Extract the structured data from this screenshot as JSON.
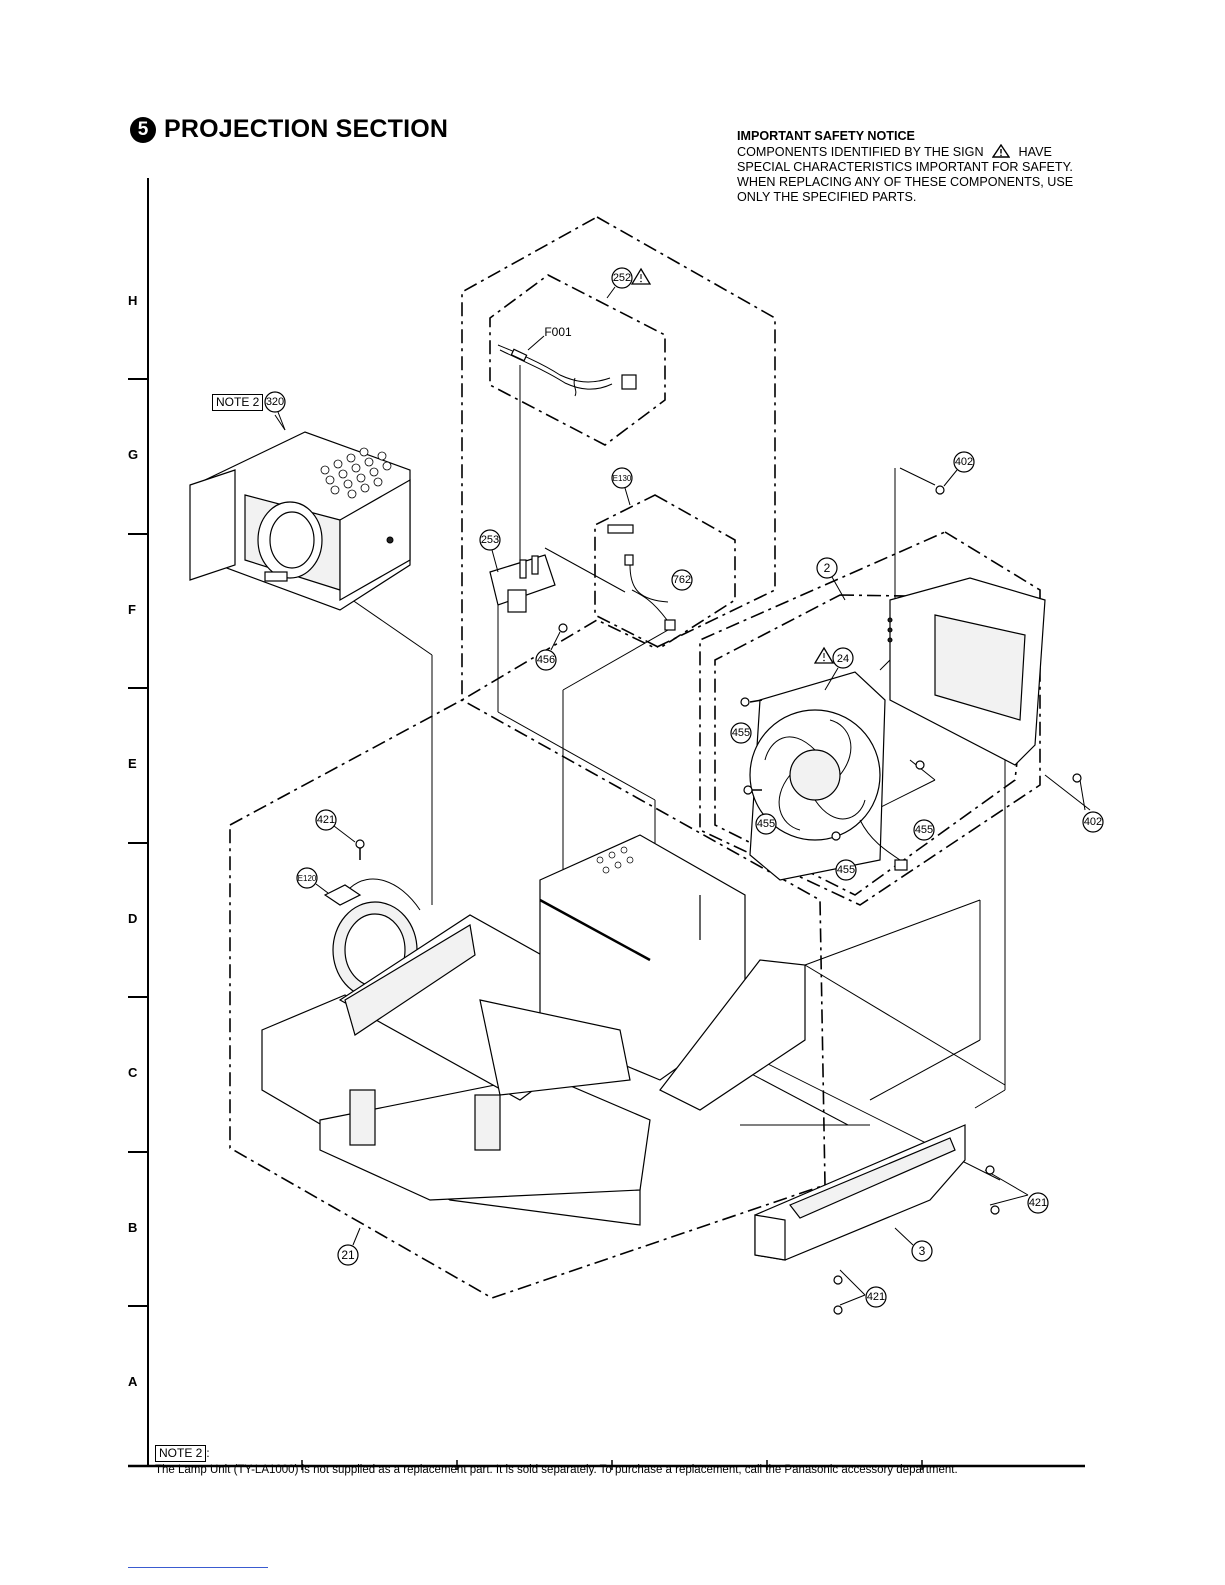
{
  "header": {
    "section_number": "5",
    "title": "PROJECTION SECTION"
  },
  "safety_notice": {
    "heading": "IMPORTANT SAFETY NOTICE",
    "line1_a": "COMPONENTS IDENTIFIED BY THE SIGN",
    "line1_b": "HAVE",
    "line2": "SPECIAL CHARACTERISTICS IMPORTANT FOR SAFETY.",
    "line3": "WHEN REPLACING ANY OF THESE COMPONENTS, USE",
    "line4": "ONLY THE SPECIFIED PARTS."
  },
  "grid_rows": [
    "H",
    "G",
    "F",
    "E",
    "D",
    "C",
    "B",
    "A"
  ],
  "callouts": {
    "p252": "252",
    "f001": "F001",
    "p320": "320",
    "note2": "NOTE 2",
    "e130": "E130",
    "p253": "253",
    "p762": "762",
    "p456": "456",
    "p402a": "402",
    "p2": "2",
    "p24": "24",
    "p455a": "455",
    "p455b": "455",
    "p455c": "455",
    "p455d": "455",
    "p402b": "402",
    "p421a": "421",
    "e120": "E120",
    "p421b": "421",
    "p3": "3",
    "p421c": "421",
    "p21": "21"
  },
  "footnote": {
    "label": "NOTE 2",
    "colon": ":",
    "text": "The Lamp Unit (TY-LA1000) is not supplied as a replacement part. It is sold separately. To purchase a replacement, call the Panasonic accessory department."
  }
}
